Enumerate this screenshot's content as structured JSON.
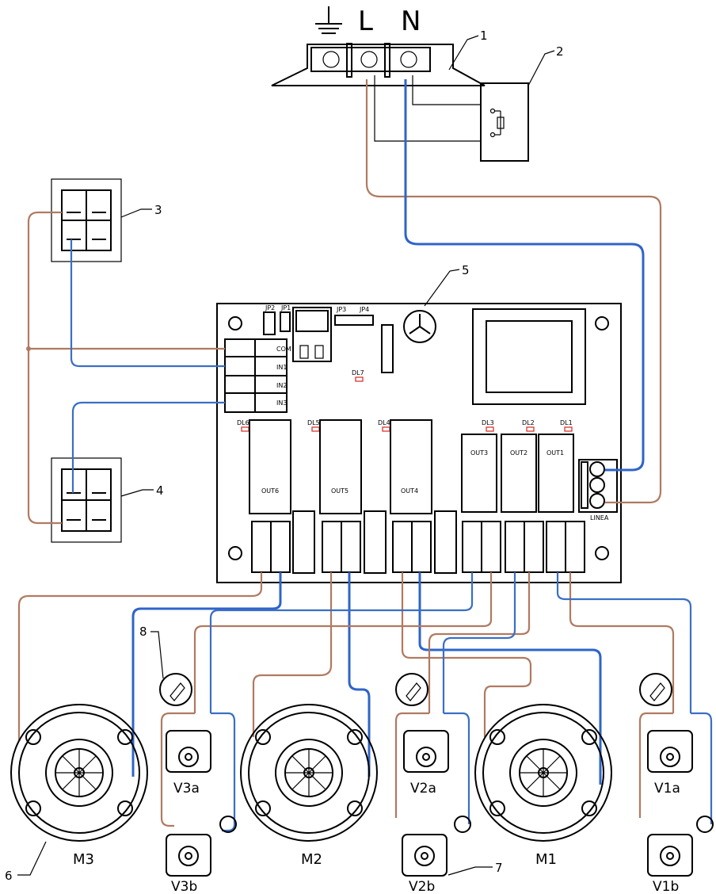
{
  "supply": {
    "earth_symbol": "ground-symbol",
    "line": "L",
    "neutral": "N"
  },
  "callouts": [
    "1",
    "2",
    "3",
    "4",
    "5",
    "6",
    "7",
    "8"
  ],
  "board": {
    "jumpers": [
      "JP2",
      "JP1",
      "JP3",
      "JP4"
    ],
    "inputs": [
      "COM",
      "IN1",
      "IN2",
      "IN3"
    ],
    "leds": [
      "DL7",
      "DL6",
      "DL5",
      "DL4",
      "DL3",
      "DL2",
      "DL1"
    ],
    "outputs": [
      "OUT6",
      "OUT5",
      "OUT4",
      "OUT3",
      "OUT2",
      "OUT1"
    ],
    "line_terminal": "LINEA"
  },
  "motors": [
    "M3",
    "M2",
    "M1"
  ],
  "valves": [
    "V3a",
    "V3b",
    "V2a",
    "V2b",
    "V1a",
    "V1b"
  ],
  "colors": {
    "live_wire": "#b07a61",
    "neutral_wire": "#3a6fc4",
    "led": "#d9362f",
    "outline": "#000000"
  }
}
